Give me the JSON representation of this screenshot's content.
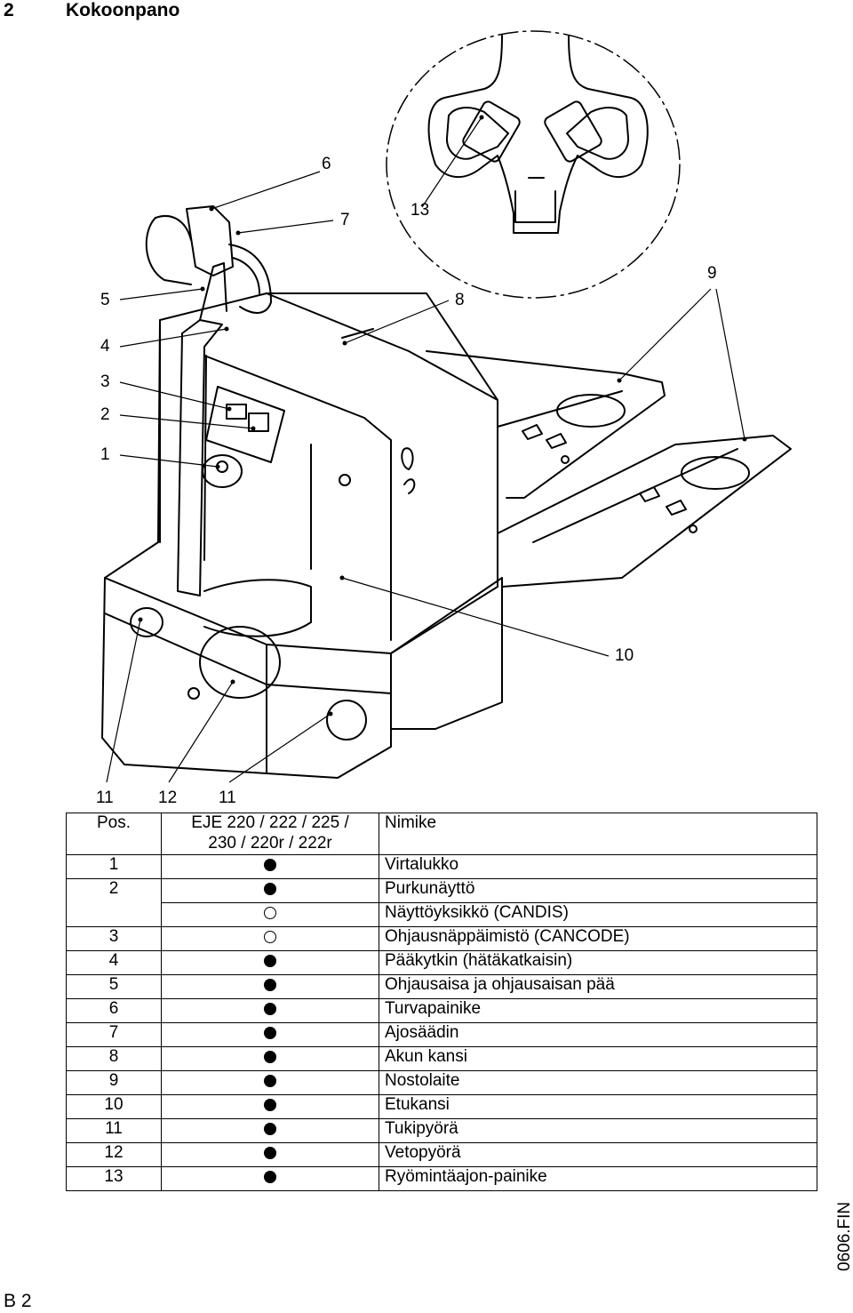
{
  "heading": {
    "number": "2",
    "title": "Kokoonpano"
  },
  "callouts": [
    "1",
    "2",
    "3",
    "4",
    "5",
    "6",
    "7",
    "8",
    "9",
    "10",
    "13"
  ],
  "bottom_callouts": [
    "11",
    "12",
    "11"
  ],
  "table": {
    "header": {
      "pos": "Pos.",
      "model_line1": "EJE 220 / 222 / 225 /",
      "model_line2": "230 / 220r / 222r",
      "name": "Nimike"
    },
    "rows": [
      {
        "pos": "1",
        "mark": "filled",
        "name": "Virtalukko"
      },
      {
        "pos": "2",
        "mark": "filled",
        "name": "Purkunäyttö"
      },
      {
        "pos": "",
        "mark": "open",
        "name": "Näyttöyksikkö (CANDIS)"
      },
      {
        "pos": "3",
        "mark": "open",
        "name": "Ohjausnäppäimistö (CANCODE)"
      },
      {
        "pos": "4",
        "mark": "filled",
        "name": "Pääkytkin (hätäkatkaisin)"
      },
      {
        "pos": "5",
        "mark": "filled",
        "name": "Ohjausaisa ja ohjausaisan pää"
      },
      {
        "pos": "6",
        "mark": "filled",
        "name": "Turvapainike"
      },
      {
        "pos": "7",
        "mark": "filled",
        "name": "Ajosäädin"
      },
      {
        "pos": "8",
        "mark": "filled",
        "name": "Akun kansi"
      },
      {
        "pos": "9",
        "mark": "filled",
        "name": "Nostolaite"
      },
      {
        "pos": "10",
        "mark": "filled",
        "name": "Etukansi"
      },
      {
        "pos": "11",
        "mark": "filled",
        "name": "Tukipyörä"
      },
      {
        "pos": "12",
        "mark": "filled",
        "name": "Vetopyörä"
      },
      {
        "pos": "13",
        "mark": "filled",
        "name": "Ryömintäajon-painike"
      }
    ]
  },
  "footer": {
    "side_code": "0606.FIN",
    "page": "B 2"
  }
}
